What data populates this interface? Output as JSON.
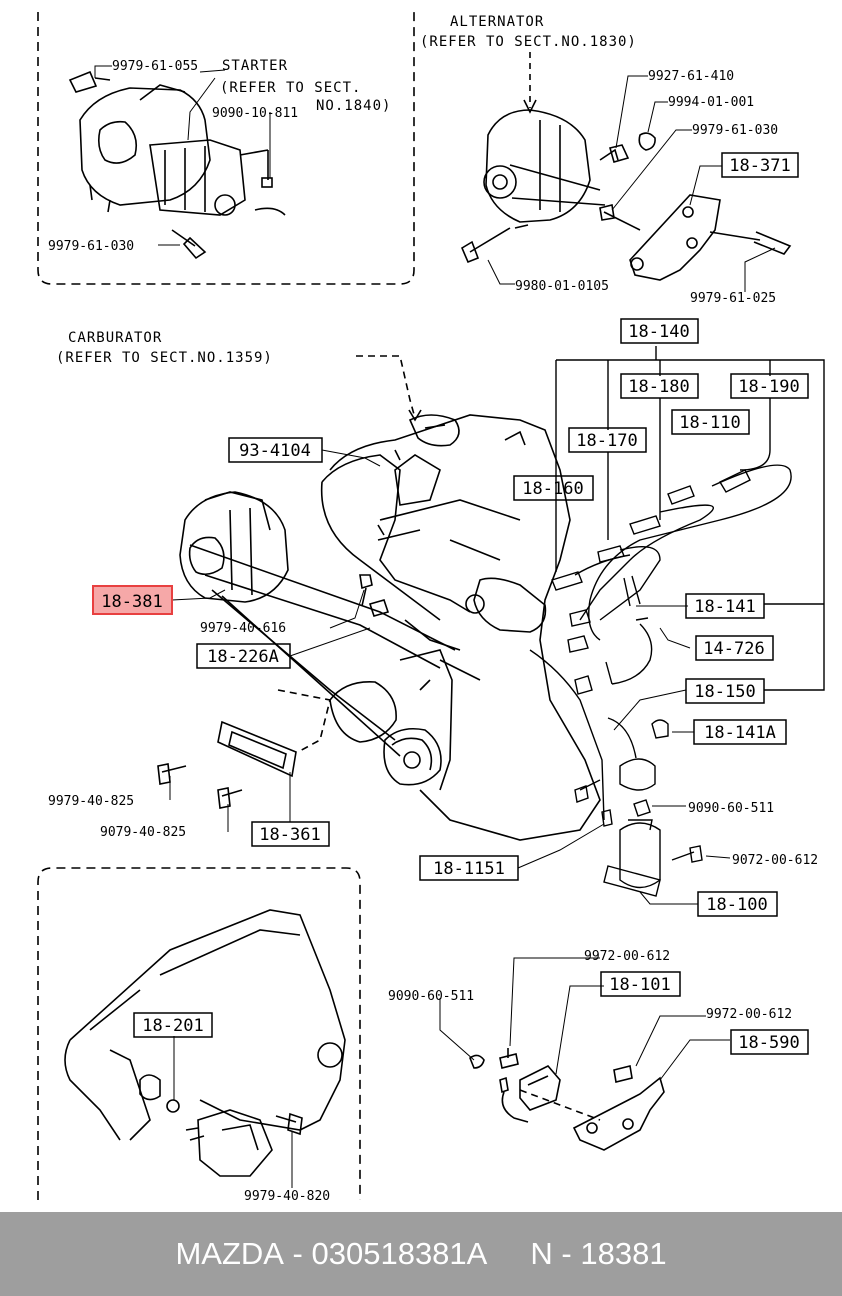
{
  "notes": {
    "starter_1": "STARTER",
    "starter_2": "(REFER TO SECT.",
    "starter_3": "NO.1840)",
    "alternator_1": "ALTERNATOR",
    "alternator_2": "(REFER TO SECT.NO.1830)",
    "carburator_1": "CARBURATOR",
    "carburator_2": "(REFER TO SECT.NO.1359)"
  },
  "parts": {
    "p_9979_61_055": "9979-61-055",
    "p_9090_10_811": "9090-10-811",
    "p_9979_61_030_a": "9979-61-030",
    "p_9927_61_410": "9927-61-410",
    "p_9994_01_001": "9994-01-001",
    "p_9979_61_030_b": "9979-61-030",
    "p_9980_01_0105": "9980-01-0105",
    "p_9979_61_025": "9979-61-025",
    "p_9979_40_616": "9979-40-616",
    "p_9979_40_825": "9979-40-825",
    "p_9079_40_825": "9079-40-825",
    "p_9090_60_511_a": "9090-60-511",
    "p_9072_00_612": "9072-00-612",
    "p_9972_00_612_a": "9972-00-612",
    "p_9090_60_511_b": "9090-60-511",
    "p_9972_00_612_b": "9972-00-612",
    "p_9979_40_820": "9979-40-820"
  },
  "boxes": {
    "b_18_371": "18-371",
    "b_18_140": "18-140",
    "b_18_180": "18-180",
    "b_18_190": "18-190",
    "b_93_4104": "93-4104",
    "b_18_170": "18-170",
    "b_18_110": "18-110",
    "b_18_160": "18-160",
    "b_18_381": "18-381",
    "b_18_226a": "18-226A",
    "b_18_141": "18-141",
    "b_14_726": "14-726",
    "b_18_150": "18-150",
    "b_18_141a": "18-141A",
    "b_18_361": "18-361",
    "b_18_1151": "18-1151",
    "b_18_100": "18-100",
    "b_18_101": "18-101",
    "b_18_590": "18-590",
    "b_18_201": "18-201"
  },
  "colors": {
    "highlight_fill": "#f6a8a8",
    "highlight_stroke": "#e84040",
    "footer_bg": "#9e9e9e"
  },
  "footer": {
    "brand": "MAZDA",
    "part_number": "030518381A",
    "ref": "N - 18381"
  }
}
